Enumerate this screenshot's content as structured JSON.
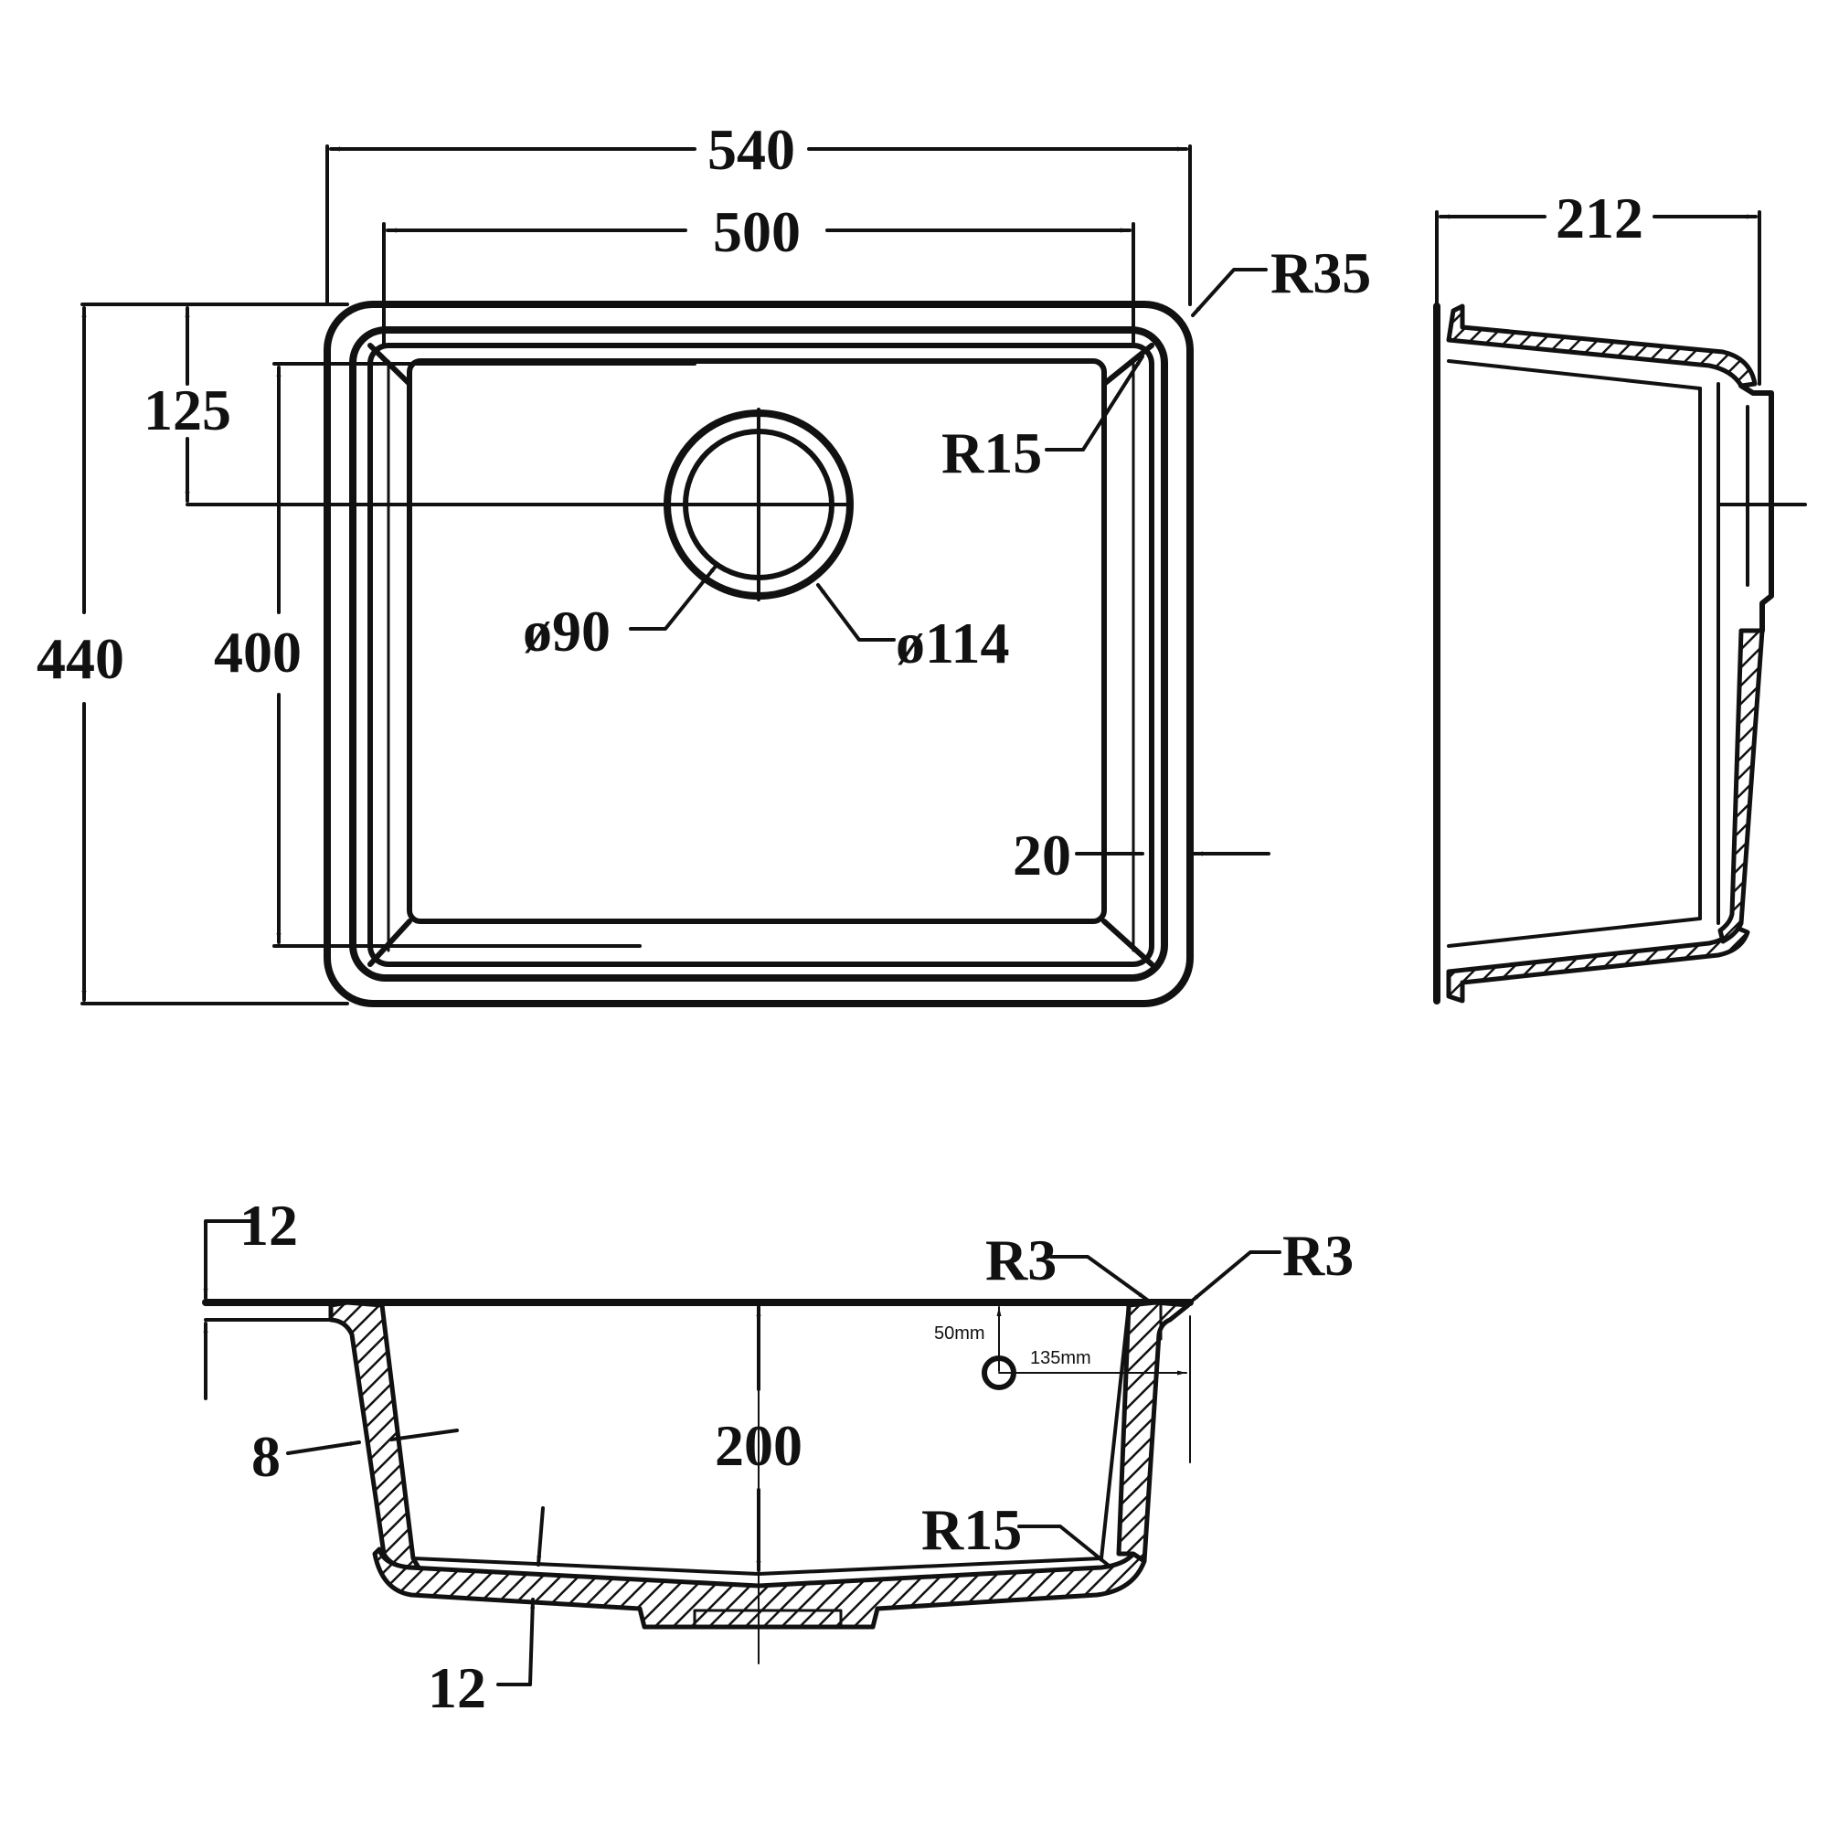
{
  "colors": {
    "ink": "#111111",
    "background": "#ffffff"
  },
  "top_view": {
    "overall_width": "540",
    "bowl_width": "500",
    "overall_depth": "440",
    "bowl_depth": "400",
    "drain_offset": "125",
    "corner_radius_outer": "R35",
    "corner_radius_inner": "R15",
    "drain_hole_diameter": "ø90",
    "drain_flange_diameter": "ø114",
    "rim_width": "20"
  },
  "side_view": {
    "width": "212"
  },
  "section_view": {
    "rim_thickness": "12",
    "wall_thickness": "8",
    "bottom_thickness": "12",
    "height": "200",
    "inner_radius": "R15",
    "edge_radius_left": "R3",
    "edge_radius_right": "R3",
    "overflow_offset_vertical": "50mm",
    "overflow_offset_horizontal": "135mm"
  }
}
